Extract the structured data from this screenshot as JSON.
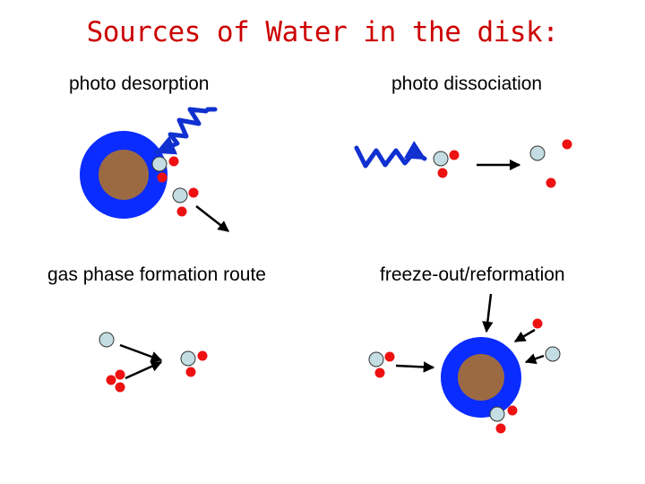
{
  "title": "Sources of Water in the disk:",
  "panels": [
    {
      "label": "photo desorption"
    },
    {
      "label": "photo dissociation"
    },
    {
      "label": "gas phase formation route"
    },
    {
      "label": "freeze-out/reformation"
    }
  ],
  "colors": {
    "title": "#cc0000",
    "grain_mantle": "#0a2cff",
    "grain_core": "#9b6a43",
    "oxygen_atom": "#c3dde2",
    "hydrogen_atom": "#ee1111",
    "photon": "#1030d0",
    "arrow": "#000000"
  },
  "icons": [
    "dust-grain-icon",
    "water-molecule-icon",
    "photon-wave-icon",
    "arrow-icon"
  ]
}
